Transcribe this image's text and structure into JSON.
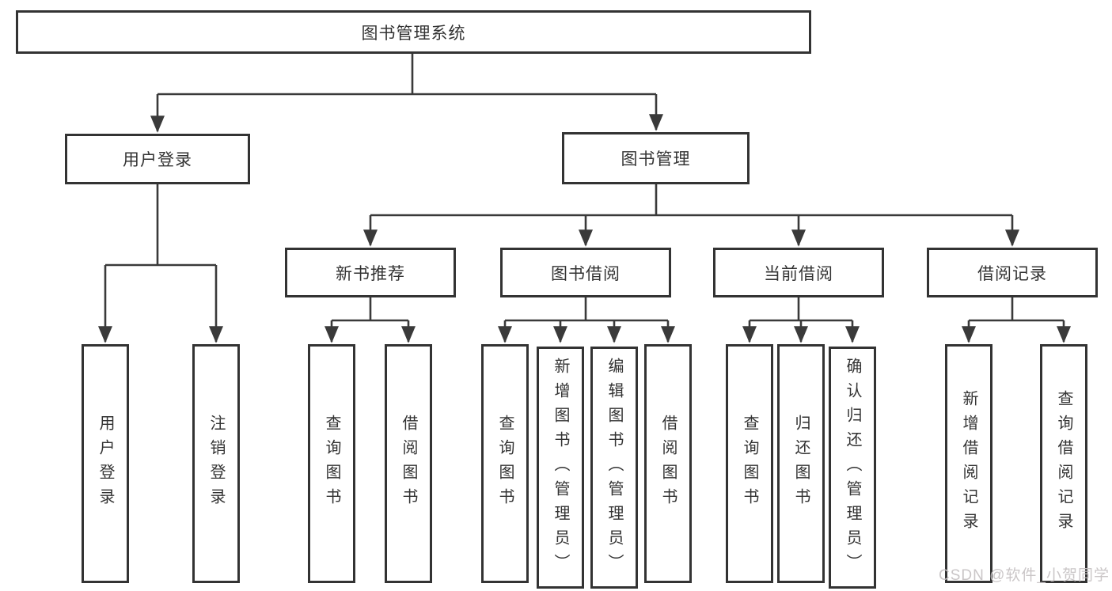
{
  "colors": {
    "line": "#3a3a3a",
    "border": "#333333",
    "fill": "#ffffff",
    "text": "#333333",
    "watermark": "#c8c3c5",
    "background": "#ffffff"
  },
  "diagram_type": "hierarchy-flowchart",
  "tree": {
    "root": {
      "label": "图书管理系统"
    },
    "branches": [
      {
        "label": "用户登录",
        "children": [
          {
            "label": "用户登录"
          },
          {
            "label": "注销登录"
          }
        ]
      },
      {
        "label": "图书管理",
        "children": [
          {
            "label": "新书推荐",
            "children": [
              {
                "label": "查询图书"
              },
              {
                "label": "借阅图书"
              }
            ]
          },
          {
            "label": "图书借阅",
            "children": [
              {
                "label": "查询图书"
              },
              {
                "label": "新增图书（管理员）"
              },
              {
                "label": "编辑图书（管理员）"
              },
              {
                "label": "借阅图书"
              }
            ]
          },
          {
            "label": "当前借阅",
            "children": [
              {
                "label": "查询图书"
              },
              {
                "label": "归还图书"
              },
              {
                "label": "确认归还（管理员）"
              }
            ]
          },
          {
            "label": "借阅记录",
            "children": [
              {
                "label": "新增借阅记录"
              },
              {
                "label": "查询借阅记录"
              }
            ]
          }
        ]
      }
    ]
  },
  "watermark": {
    "text": "CSDN @软件_小贺同学"
  }
}
